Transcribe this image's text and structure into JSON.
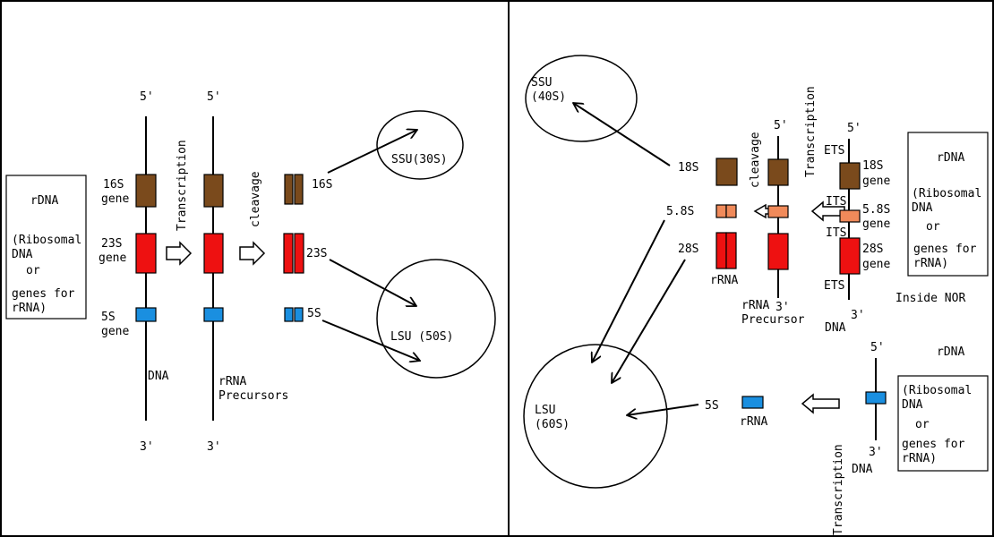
{
  "colors": {
    "brown": "#7a4a1c",
    "red": "#ee1111",
    "blue": "#1a8fe0",
    "salmon": "#f08a5a"
  },
  "prokaryote": {
    "rdna_box": {
      "title": "rDNA",
      "line1": "(Ribosomal",
      "line2": "DNA",
      "line3": "or",
      "line4": "genes for",
      "line5": "rRNA)"
    },
    "five_prime": "5'",
    "three_prime": "3'",
    "gene16s": [
      "16S",
      "gene"
    ],
    "gene23s": [
      "23S",
      "gene"
    ],
    "gene5s": [
      "5S",
      "gene"
    ],
    "dna_label": "DNA",
    "transcription": "Transcription",
    "cleavage": "cleavage",
    "precursors": [
      "rRNA",
      "Precursors"
    ],
    "product16s": "16S",
    "product23s": "23S",
    "product5s": "5S",
    "ssu": "SSU(30S)",
    "lsu": "LSU (50S)"
  },
  "eukaryote": {
    "ssu": [
      "SSU",
      "(40S)"
    ],
    "lsu": [
      "LSU",
      "(60S)"
    ],
    "product18s": "18S",
    "product58s": "5.8S",
    "product28s": "28S",
    "product5s": "5S",
    "rrna": "rRNA",
    "rrna2": "rRNA",
    "cleavage": "cleavage",
    "transcription_top": "Transcription",
    "transcription_bottom": "Transcription",
    "five_prime_precursor": "5'",
    "three_prime_precursor": "3'",
    "precursor": [
      "rRNA",
      "Precursor"
    ],
    "five_prime_dna": "5'",
    "three_prime_dna": "3'",
    "dna_label": "DNA",
    "ets_top": "ETS",
    "its1": "ITS",
    "its2": "ITS",
    "ets_bottom": "ETS",
    "gene18s": [
      "18S",
      "gene"
    ],
    "gene58s": [
      "5.8S",
      "gene"
    ],
    "gene28s": [
      "28S",
      "gene"
    ],
    "rdna_box": {
      "title": "rDNA",
      "line1": "(Ribosomal",
      "line2": "DNA",
      "line3": "or",
      "line4": "genes for",
      "line5": "rRNA)"
    },
    "inside_nor": "Inside NOR",
    "five_prime_5s": "5'",
    "three_prime_5s": "3'",
    "dna_5s": "DNA",
    "rdna_title2": "rDNA",
    "rdna_box2": {
      "line1": "(Ribosomal",
      "line2": "DNA",
      "line3": "or",
      "line4": "genes for",
      "line5": "rRNA)"
    }
  }
}
